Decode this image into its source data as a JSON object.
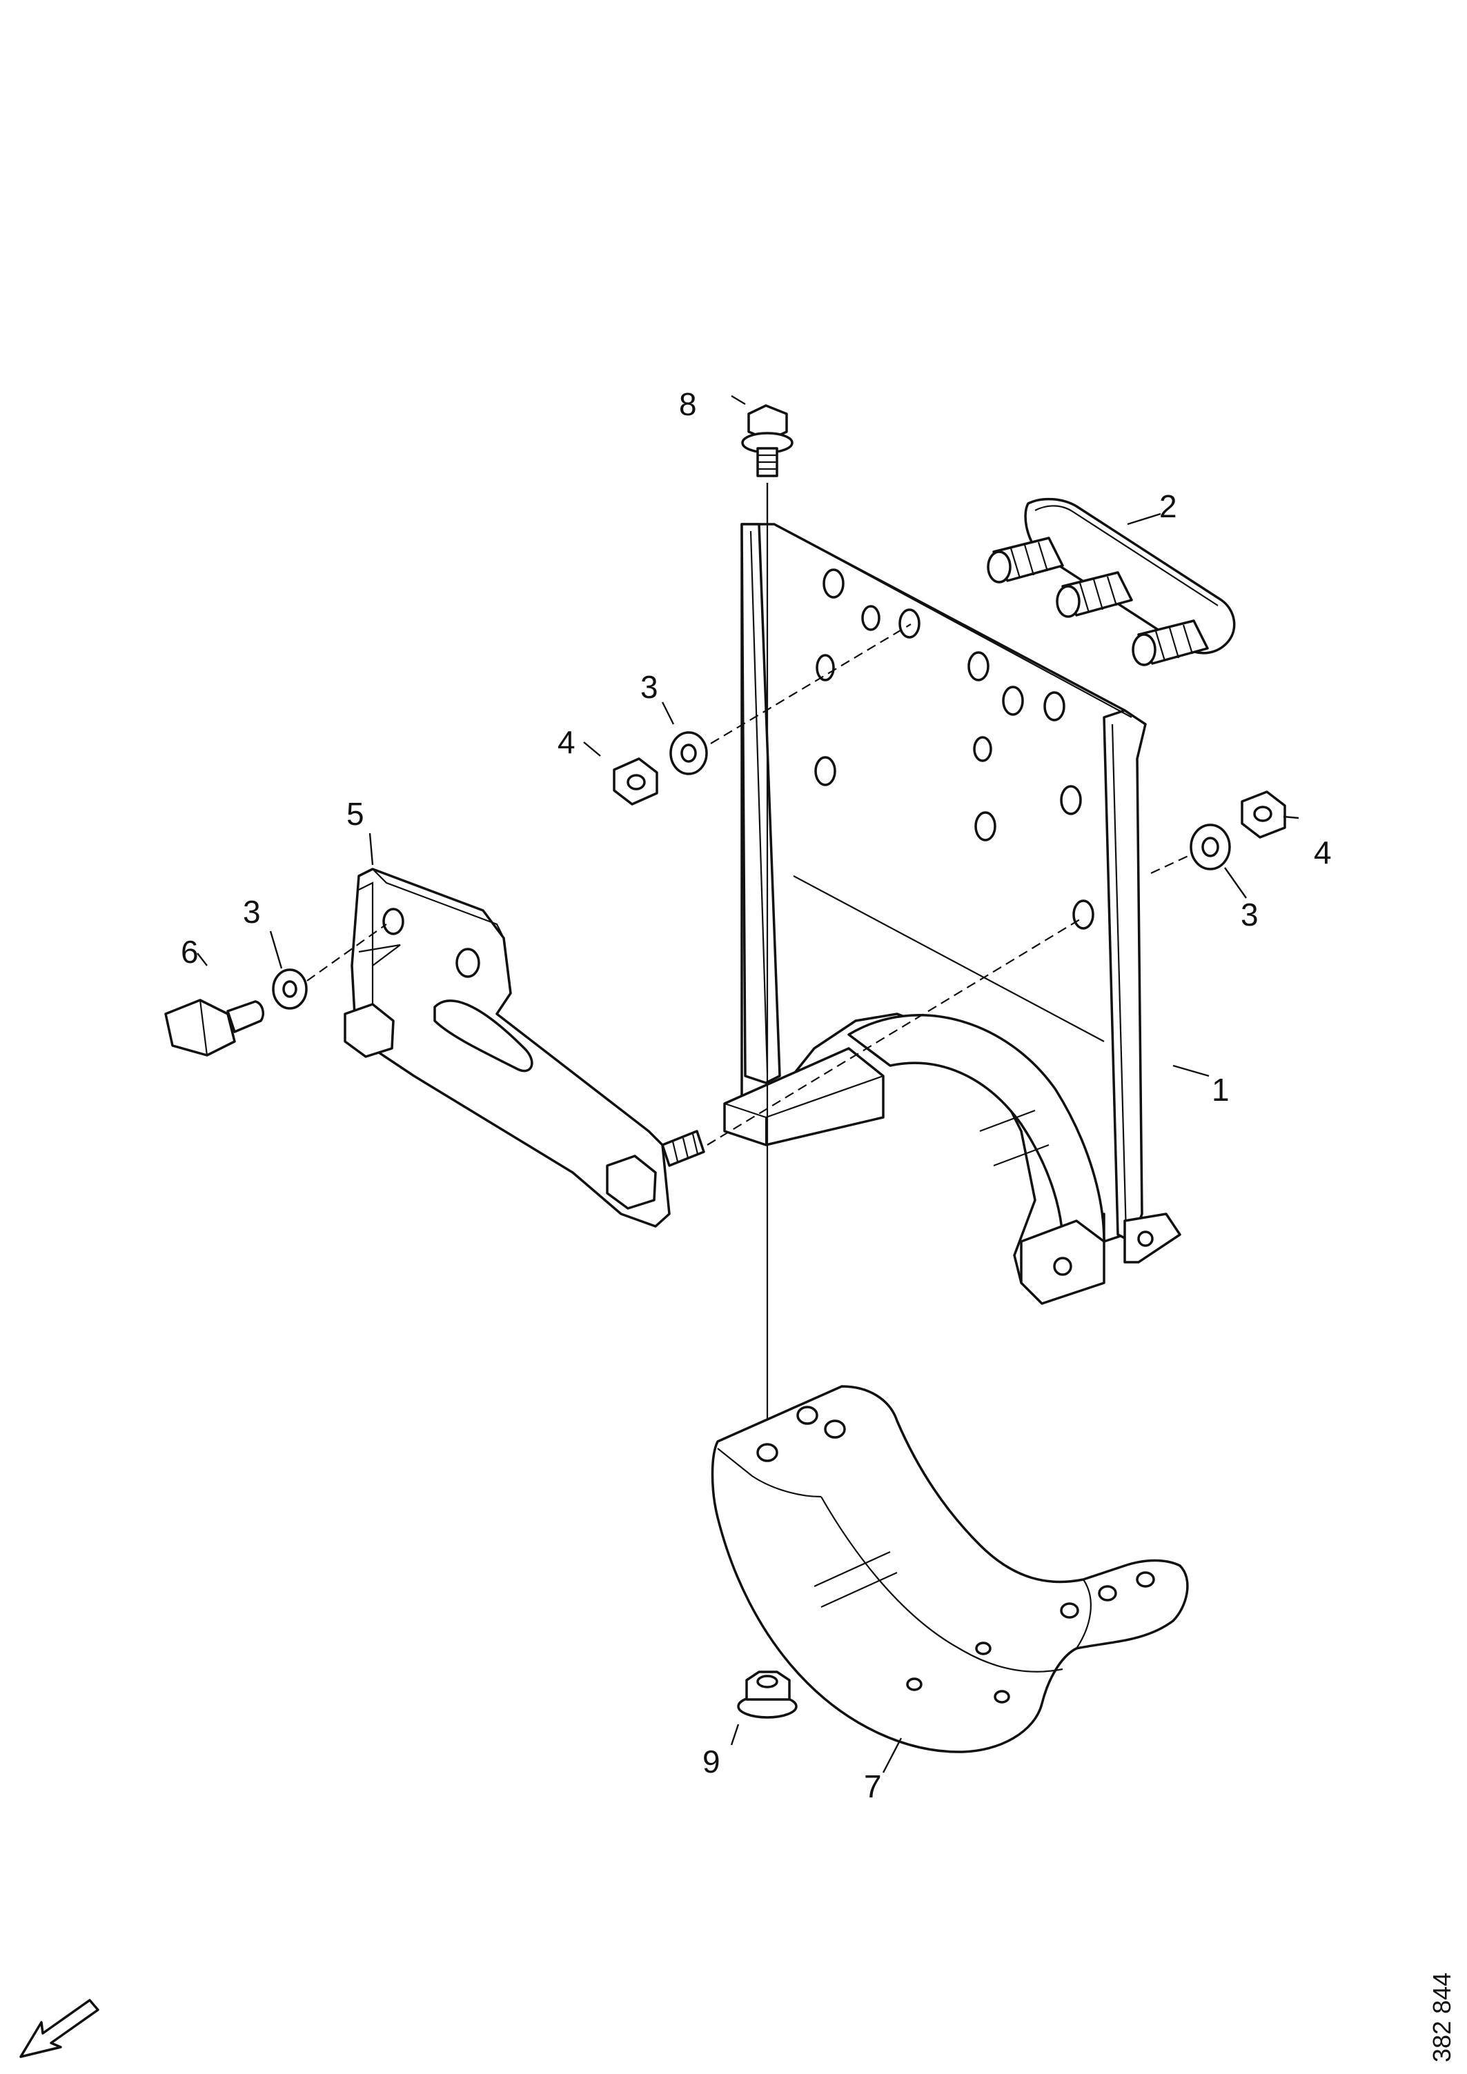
{
  "diagram": {
    "callouts": [
      {
        "id": "c1",
        "label": "1"
      },
      {
        "id": "c2",
        "label": "2"
      },
      {
        "id": "c3a",
        "label": "3"
      },
      {
        "id": "c3b",
        "label": "3"
      },
      {
        "id": "c3c",
        "label": "3"
      },
      {
        "id": "c4a",
        "label": "4"
      },
      {
        "id": "c4b",
        "label": "4"
      },
      {
        "id": "c5",
        "label": "5"
      },
      {
        "id": "c6",
        "label": "6"
      },
      {
        "id": "c7",
        "label": "7"
      },
      {
        "id": "c8",
        "label": "8"
      },
      {
        "id": "c9",
        "label": "9"
      }
    ],
    "reference_number": "382 844",
    "icons": {
      "orientation": "arrow-down-left-icon"
    }
  }
}
